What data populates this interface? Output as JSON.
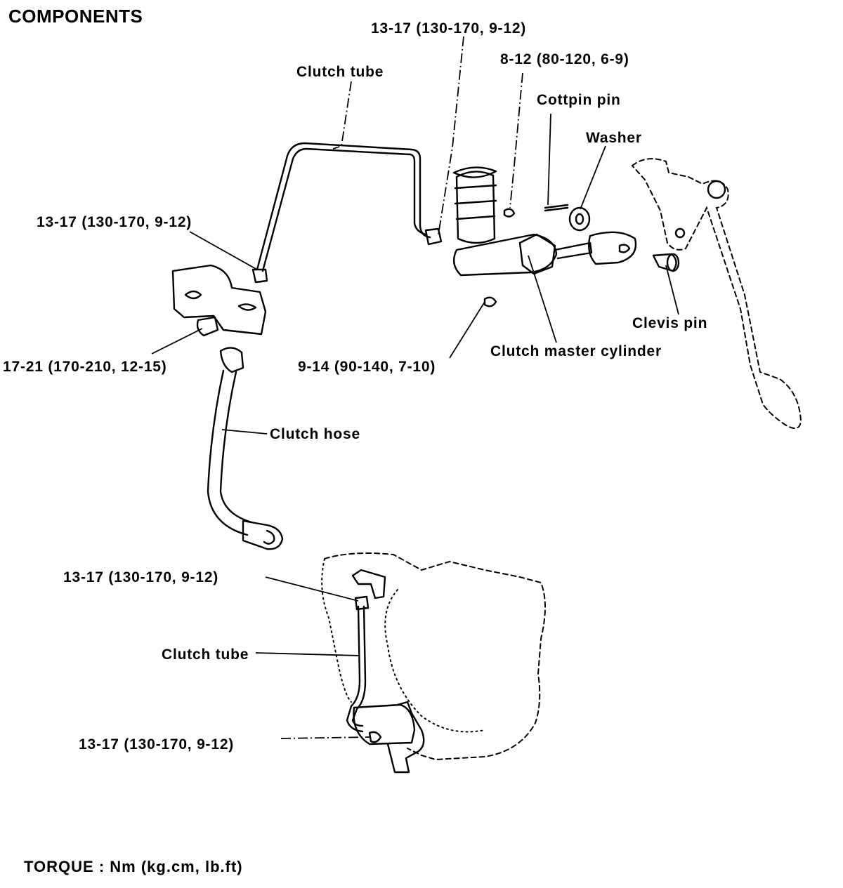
{
  "title": "COMPONENTS",
  "labels": {
    "torque_master_tube": "13-17 (130-170, 9-12)",
    "master_nut": "8-12 (80-120, 6-9)",
    "cottpin": "Cottpin pin",
    "washer": "Washer",
    "clutch_tube_upper": "Clutch tube",
    "torque_bracket_tube": "13-17 (130-170, 9-12)",
    "torque_bracket_bolt": "17-21 (170-210, 12-15)",
    "torque_master_mount": "9-14 (90-140, 7-10)",
    "clevis_pin": "Clevis pin",
    "master_cylinder": "Clutch master cylinder",
    "clutch_hose": "Clutch hose",
    "torque_lower_tube": "13-17 (130-170, 9-12)",
    "clutch_tube_lower": "Clutch tube",
    "torque_release": "13-17 (130-170, 9-12)"
  },
  "footer": "TORQUE : Nm (kg.cm, lb.ft)"
}
